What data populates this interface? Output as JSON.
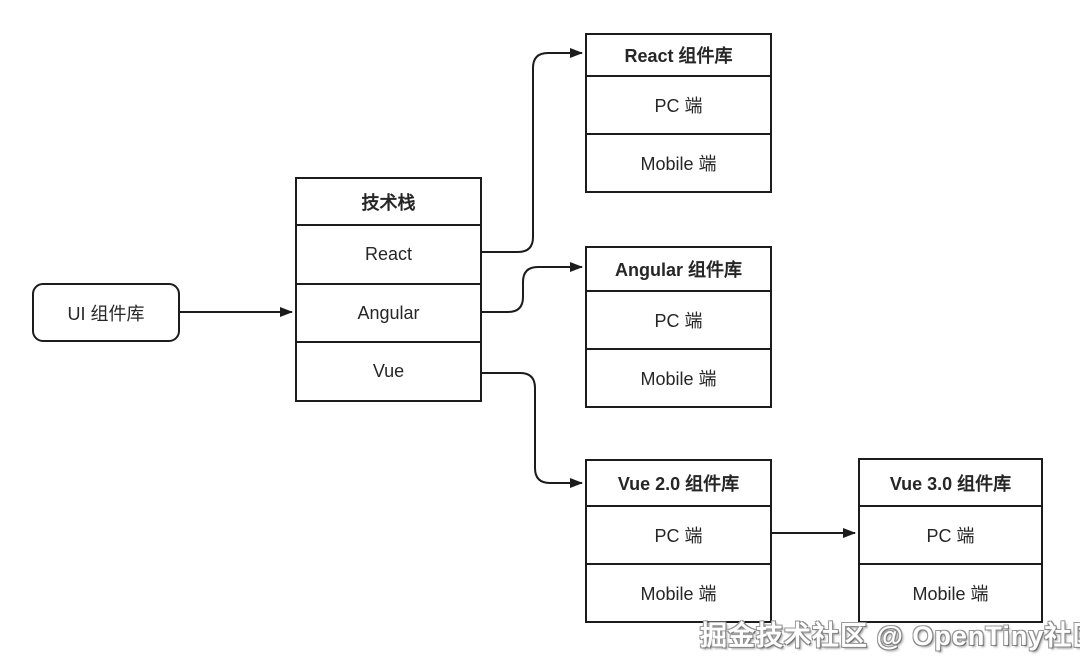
{
  "diagram": {
    "title_hint": "UI component library tech-stack flow diagram",
    "nodes": {
      "ui_library": {
        "label": "UI 组件库"
      },
      "tech_stack": {
        "title": "技术栈",
        "rows": [
          "React",
          "Angular",
          "Vue"
        ]
      },
      "react_lib": {
        "title": "React 组件库",
        "rows": [
          "PC 端",
          "Mobile 端"
        ]
      },
      "angular_lib": {
        "title": "Angular 组件库",
        "rows": [
          "PC 端",
          "Mobile 端"
        ]
      },
      "vue2_lib": {
        "title": "Vue 2.0 组件库",
        "rows": [
          "PC 端",
          "Mobile 端"
        ]
      },
      "vue3_lib": {
        "title": "Vue 3.0 组件库",
        "rows": [
          "PC 端",
          "Mobile 端"
        ]
      }
    },
    "connections": [
      {
        "from": "ui_library",
        "to": "tech_stack"
      },
      {
        "from": "tech_stack.React",
        "to": "react_lib"
      },
      {
        "from": "tech_stack.Angular",
        "to": "angular_lib"
      },
      {
        "from": "tech_stack.Vue",
        "to": "vue2_lib"
      },
      {
        "from": "vue2_lib.PC 端",
        "to": "vue3_lib"
      }
    ],
    "colors": {
      "line": "#1c1c1c",
      "background": "#ffffff",
      "watermark_fill": "#ffffff",
      "watermark_outline": "#8a8a8a"
    },
    "watermark": "掘金技术社区 @ OpenTiny社区"
  }
}
